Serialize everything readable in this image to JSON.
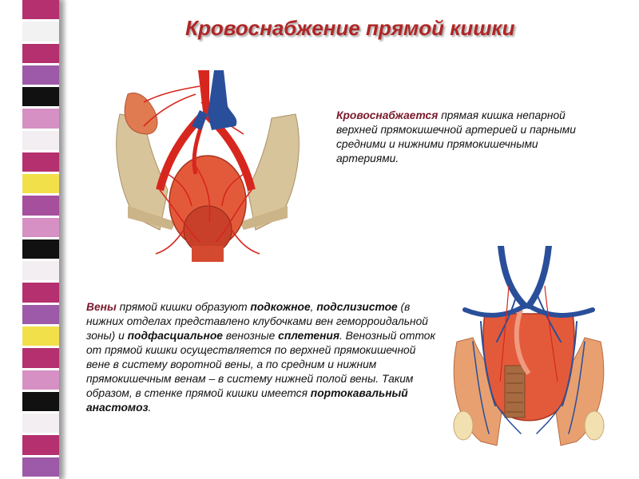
{
  "slide": {
    "title": "Кровоснабжение прямой кишки"
  },
  "arteries_text": {
    "term": "Кровоснабжается",
    "rest": " прямая кишка непарной верхней прямокишечной артерией и парными средними и нижними прямокишечными артериями."
  },
  "veins_text": {
    "p1": "Вены",
    "p2": " прямой кишки образуют ",
    "p3": "подкожное",
    "p4": ", ",
    "p5": "подслизистое",
    "p6": " (в нижних отделах представлено клубочками вен геморроидальной зоны) и ",
    "p7": "подфасциальное",
    "p8": " венозные ",
    "p9": "сплетения",
    "p10": ". Венозный отток от прямой кишки осуществляется по верхней прямокишечной вене в систему воротной вены, а по средним и нижним прямокишечным венам – в систему нижней полой вены. Таким образом, в стенке прямой кишки имеется ",
    "p11": "портокавальный анастомоз",
    "p12": "."
  },
  "stripe_colors": [
    "#b4306e",
    "#f2f2f2",
    "#b4306e",
    "#9c5aa8",
    "#111111",
    "#d690c4",
    "#f2eef2",
    "#b4306e",
    "#f2e04a",
    "#a64f9c",
    "#d690c4",
    "#111111",
    "#f2eef2",
    "#b4306e",
    "#9c5aa8",
    "#f2e04a",
    "#b4306e",
    "#d690c4",
    "#111111",
    "#f2eef2",
    "#b4306e",
    "#9c5aa8"
  ],
  "colors": {
    "title": "#b02626",
    "highlight": "#7a1a2a",
    "artery": "#d7261e",
    "vein": "#2a4f9a",
    "bone": "#d8c49a",
    "tissue": "#e06a4a"
  }
}
